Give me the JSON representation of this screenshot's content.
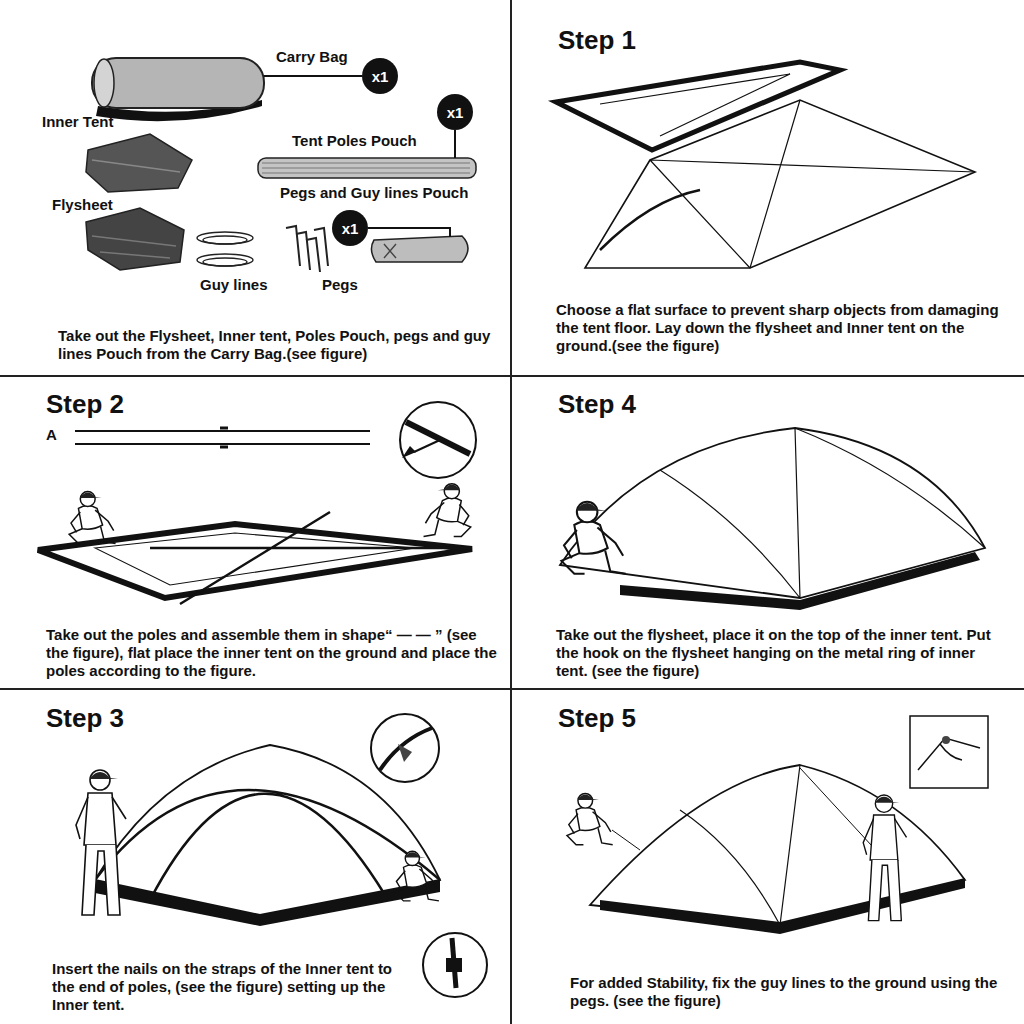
{
  "diagram": {
    "nodes": [
      {
        "text": [
          "Take out the Flysheet, Inner tent, Poles Pouch, pegs and guy lines Pouch from the Carry Bag.(see figure)"
        ]
      },
      {
        "text": [
          "x1"
        ],
        "in": 0
      },
      {
        "text": [
          "x1"
        ],
        "in": 0
      },
      {
        "text": [
          "x1"
        ],
        "in": 0
      },
      {
        "text": [
          "Step 1",
          "Choose a flat surface to prevent sharp objects from damaging the tent floor. Lay down the flysheet and Inner tent on the ground.(see the figure)"
        ]
      },
      {
        "text": [
          "Step 2",
          "Take out the poles and assemble them in shape“ — — ” (see the figure), flat place the inner tent on the ground and place the poles according to the figure."
        ]
      },
      {
        "text": [
          "Step 4",
          "Take out the flysheet, place it on the top of the inner tent. Put the hook on the flysheet hanging on the metal ring of inner tent. (see the figure)"
        ]
      },
      {
        "text": [
          "Step 3",
          "Insert the nails on the straps of the Inner tent to the end of poles, (see the figure) setting up the Inner tent."
        ]
      },
      {
        "text": [
          "Step 5",
          "For added Stability, fix the guy lines to the ground using the pegs. (see the figure)"
        ]
      }
    ],
    "labels": [
      "Carry Bag",
      "Inner Tent",
      "Tent Poles Pouch",
      "Pegs and Guy lines Pouch",
      "Flysheet",
      "Guy lines",
      "Pegs",
      "A"
    ]
  }
}
